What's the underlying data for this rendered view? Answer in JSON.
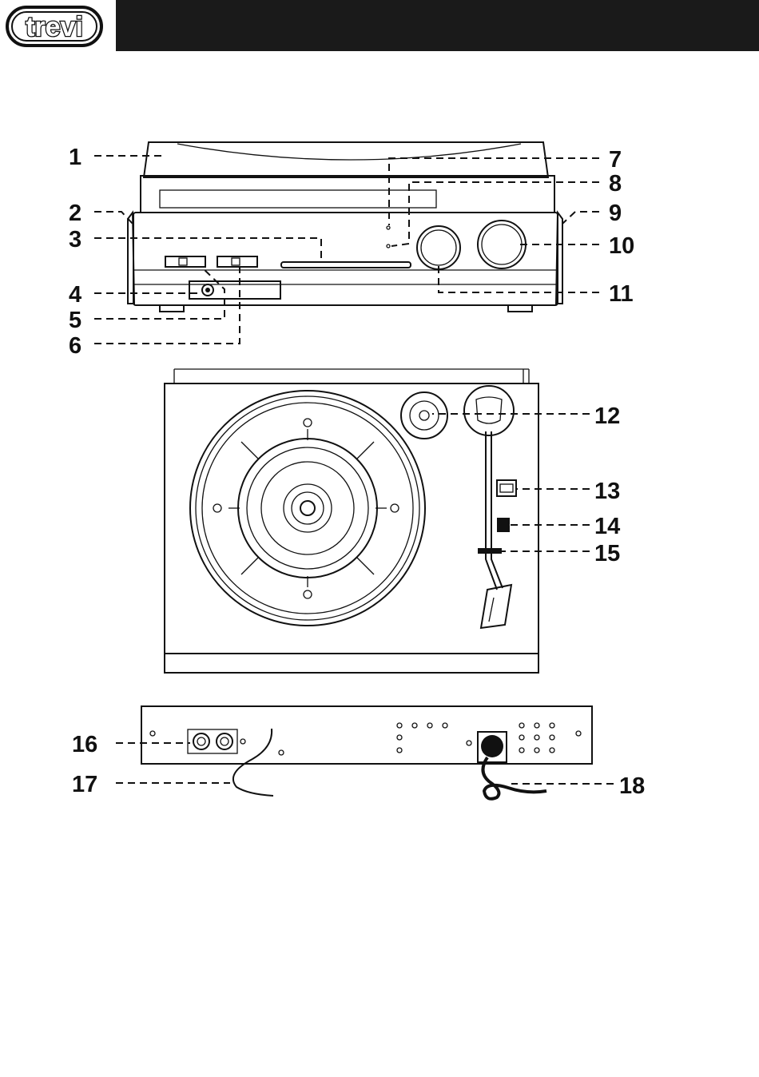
{
  "brand": {
    "logo_text": "trevi"
  },
  "callouts": [
    "1",
    "2",
    "3",
    "4",
    "5",
    "6",
    "7",
    "8",
    "9",
    "10",
    "11",
    "12",
    "13",
    "14",
    "15",
    "16",
    "17",
    "18"
  ]
}
